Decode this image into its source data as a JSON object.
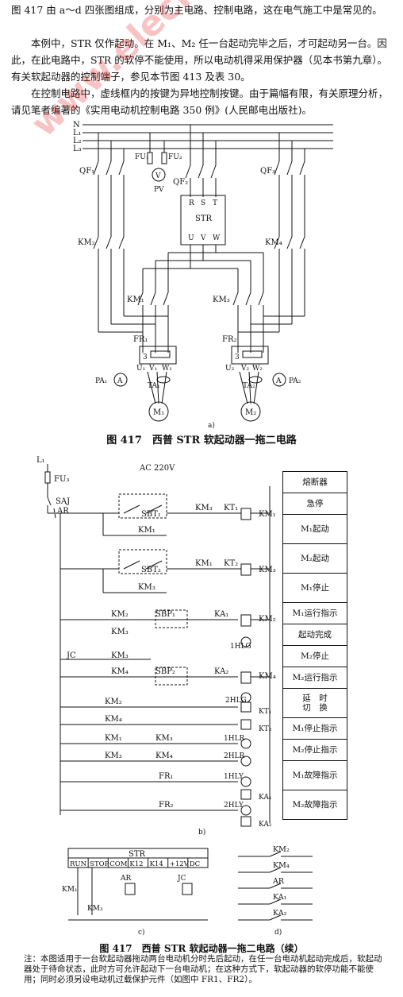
{
  "intro": {
    "p1": "图 417 由 a～d 四张图组成，分别为主电路、控制电路，这在电气施工中是常见的。",
    "p2": "本例中，STR 仅作起动。在 M₁、M₂ 任一台起动完毕之后，才可起动另一台。因此，在此电路中，STR 的软停不能使用，所以电动机得采用保护器（见本书第九章）。有关软起动器的控制端子，参见本节图 413 及表 30。",
    "p3": "在控制电路中，虚线框内的按键为异地控制按键。由于篇幅有限，有关原理分析，请见笔者编著的《实用电动机控制电路 350 例》(人民邮电出版社)。"
  },
  "watermark": "www.elecfans.com",
  "fig_a": {
    "lines": [
      "N",
      "L₁",
      "L₂",
      "L₃"
    ],
    "fuses": [
      "FU₁",
      "FU₂"
    ],
    "voltmeter": "V",
    "pv": "PV",
    "qf1": "QF₁",
    "qf2": "QF₂",
    "qf3": "QF₃",
    "str": "STR",
    "str_in": [
      "R",
      "S",
      "T"
    ],
    "str_out": [
      "U",
      "V",
      "W"
    ],
    "km2": "KM₂",
    "km4": "KM₄",
    "km1": "KM₁",
    "km3": "KM₃",
    "fr1": "FR₁",
    "fr2": "FR₂",
    "fr_num": "3",
    "u1": "U₁",
    "v1": "V₁",
    "w1": "W₁",
    "u2": "U₂",
    "v2": "V₂",
    "w2": "W₂",
    "pa1": "PA₁",
    "pa2": "PA₂",
    "ta1": "TA₁",
    "ta2": "TA₂",
    "a": "A",
    "m1": "M₁",
    "m2": "M₂",
    "label": "a)"
  },
  "caption1": "图 417　西普 STR 软起动器一拖二电路",
  "fig_b": {
    "l1": "L₁",
    "fu3": "FU₃",
    "ac": "AC 220V",
    "saj": "SAJ",
    "ar": "AR",
    "jc": "JC",
    "rows": [
      {
        "contacts": "SBT₁",
        "mid": "KM₃",
        "kt": "KT₁",
        "coil": "KM₁",
        "hold": "KM₁"
      },
      {
        "contacts": "SBT₂",
        "mid": "KM₁",
        "kt": "KT₂",
        "coil": "KM₃",
        "hold": "KM₃"
      }
    ],
    "km2": "KM₂",
    "km3": "KM₃",
    "km4": "KM₄",
    "km1": "KM₁",
    "sbp1": "SBP₁",
    "sbp2": "SBP₂",
    "ka1": "KA₁",
    "ka2": "KA₂",
    "km2c": "KM₂",
    "km4c": "KM₄",
    "lamps": [
      "1HLG",
      "2HLG",
      "1HLR",
      "2HLR",
      "1HLY",
      "2HLY"
    ],
    "kt1": "KT₁",
    "kt2": "KT₂",
    "fr1": "FR₁",
    "fr2": "FR₂",
    "legend": [
      "熔断器",
      "急停",
      "M₁起动",
      "M₂起动",
      "M₁停止",
      "M₁运行指示",
      "起动完成",
      "M₂停止",
      "M₂运行指示",
      "延　时\n切　换",
      "M₁停止指示",
      "M₂停止指示",
      "M₁故障指示",
      "M₂故障指示"
    ],
    "label": "b)"
  },
  "fig_c": {
    "title": "STR",
    "terms": [
      "RUN",
      "STOP",
      "COM",
      "K12",
      "K14",
      "+12V",
      "DC"
    ],
    "km1": "KM₁",
    "km3": "KM₃",
    "ar": "AR",
    "jc": "JC",
    "label": "c)"
  },
  "fig_d": {
    "items": [
      "KM₂",
      "KM₄",
      "AR",
      "KA₁",
      "KA₂"
    ],
    "label": "d)"
  },
  "caption2": "图 417　西普 STR 软起动器一拖二电路（续）",
  "note": "注：本图适用于一台软起动器拖动两台电动机分时先后起动，在任一台电动机起动完成后，软起动器处于待命状态，此时方可允许起动下一台电动机；在这种方式下，软起动器的软停功能不能使用；同时必须另设电动机过载保护元件（如图中 FR1、FR2）。"
}
